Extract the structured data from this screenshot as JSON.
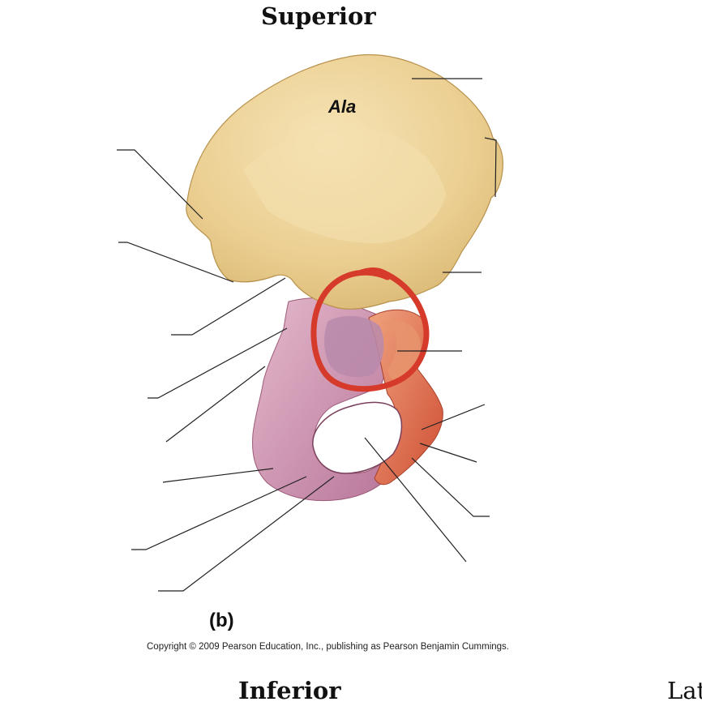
{
  "page": {
    "top_label": "Superior",
    "bottom_label": "Inferior",
    "right_label_partial": "Lat",
    "panel_label": "(b)",
    "copyright": "Copyright © 2009 Pearson Education, Inc., publishing as Pearson Benjamin Cummings."
  },
  "diagram": {
    "structures": [
      {
        "name": "ilium",
        "text": "Ala",
        "color": "#ebcf92"
      },
      {
        "name": "ischium",
        "text": "",
        "color": "#c98aa6"
      },
      {
        "name": "pubis",
        "text": "",
        "color": "#d9654a"
      }
    ],
    "highlight": {
      "shape": "hand-drawn circle",
      "color": "#d63a2a",
      "marks": "acetabulum"
    },
    "blank_labels": [
      {
        "id": "iliac-crest",
        "side": "right"
      },
      {
        "id": "anterior-superior-iliac-spine",
        "side": "right"
      },
      {
        "id": "anterior-inferior-iliac-spine",
        "side": "right"
      },
      {
        "id": "acetabulum",
        "side": "right"
      },
      {
        "id": "superior-ramus-pubis",
        "side": "right"
      },
      {
        "id": "body-of-pubis",
        "side": "right"
      },
      {
        "id": "inferior-ramus-pubis",
        "side": "right"
      },
      {
        "id": "obturator-foramen",
        "side": "right"
      },
      {
        "id": "posterior-superior-iliac-spine",
        "side": "left"
      },
      {
        "id": "posterior-inferior-iliac-spine",
        "side": "left"
      },
      {
        "id": "greater-sciatic-notch",
        "side": "left"
      },
      {
        "id": "body-of-ischium",
        "side": "left"
      },
      {
        "id": "ischial-spine",
        "side": "left"
      },
      {
        "id": "lesser-sciatic-notch",
        "side": "left"
      },
      {
        "id": "ischial-tuberosity",
        "side": "left"
      },
      {
        "id": "ischial-ramus",
        "side": "left"
      }
    ]
  }
}
